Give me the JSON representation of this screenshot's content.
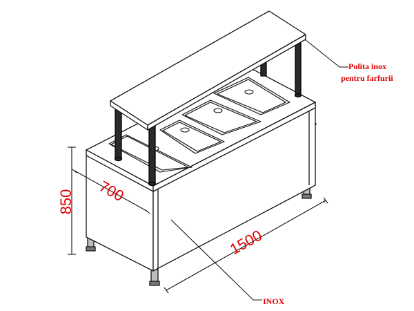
{
  "labels": {
    "shelf_line1": "Polita inox",
    "shelf_line2": "pentru farfurii",
    "body": "INOX"
  },
  "dimensions": {
    "height": "850",
    "depth": "700",
    "length": "1500"
  },
  "colors": {
    "line": "#111111",
    "label": "#e00000",
    "dimension": "#e00000",
    "fill": "#ffffff"
  }
}
